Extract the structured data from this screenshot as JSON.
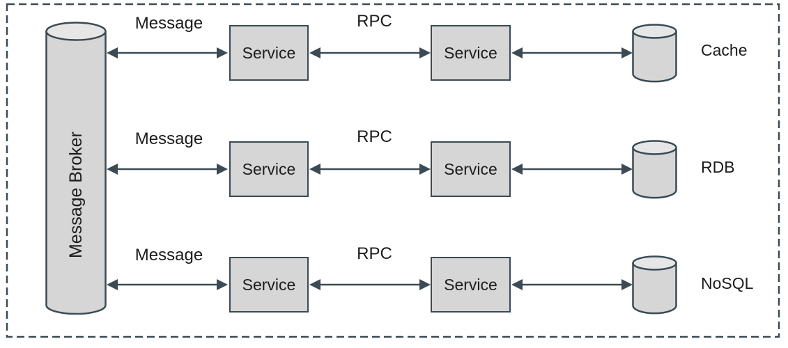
{
  "diagram": {
    "broker_label": "Message Broker",
    "rows": [
      {
        "message_label": "Message",
        "rpc_label": "RPC",
        "service_left_label": "Service",
        "service_right_label": "Service",
        "datastore_label": "Cache"
      },
      {
        "message_label": "Message",
        "rpc_label": "RPC",
        "service_left_label": "Service",
        "service_right_label": "Service",
        "datastore_label": "RDB"
      },
      {
        "message_label": "Message",
        "rpc_label": "RPC",
        "service_left_label": "Service",
        "service_right_label": "Service",
        "datastore_label": "NoSQL"
      }
    ],
    "icons": {
      "broker": "cylinder-icon",
      "datastore": "database-cylinder-icon",
      "connector": "double-headed-arrow-icon"
    }
  },
  "theme": {
    "stroke": "#3b4a54",
    "box_fill": "#d5d6d5",
    "cyl_top_fill": "#e6e6e6",
    "text": "#1c1c1c",
    "bg": "#ffffff"
  }
}
